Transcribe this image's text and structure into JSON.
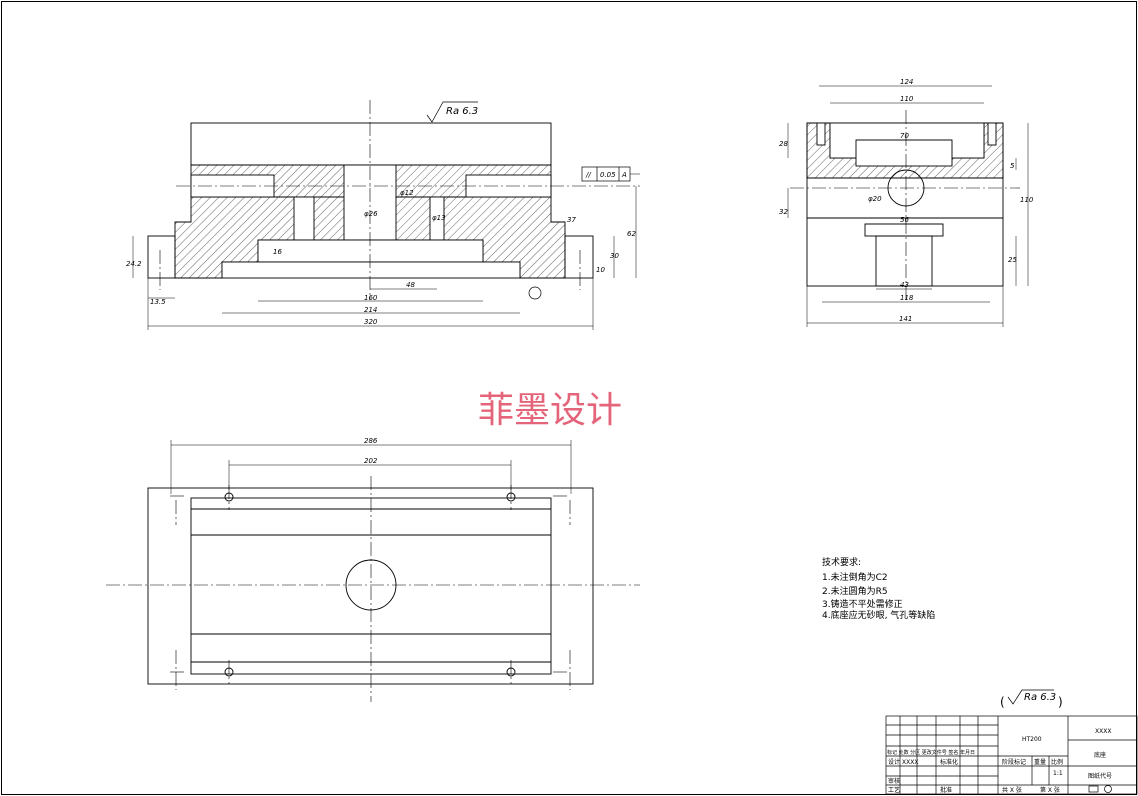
{
  "front_view": {
    "roughness": "Ra 6.3",
    "tolerance": {
      "symbol": "//",
      "value": "0.05",
      "datum": "A"
    },
    "dims": {
      "phi12": "φ12",
      "phi26": "φ26",
      "phi13": "φ13",
      "d16": "16",
      "d37": "37",
      "d62": "62",
      "d30": "30",
      "d10": "10",
      "d24_2": "24.2",
      "d13_5": "13.5",
      "d48": "48",
      "d160": "160",
      "d214": "214",
      "d320": "320"
    }
  },
  "side_view": {
    "dims": {
      "d124": "124",
      "d110": "110",
      "d70": "70",
      "d28": "28",
      "d5": "5",
      "d110v": "110",
      "phi20": "φ20",
      "d32": "32",
      "d56": "56",
      "d25": "25",
      "d43": "43",
      "d118": "118",
      "d141": "141"
    }
  },
  "top_view": {
    "dims": {
      "d286": "286",
      "d202": "202"
    }
  },
  "watermark": "菲墨设计",
  "tech_requirements": {
    "title": "技术要求:",
    "items": [
      "1.未注倒角为C2",
      "2.未注圆角为R5",
      "3.铸造不平处需修正",
      "4.底座应无砂眼, 气孔等缺陷"
    ]
  },
  "general_roughness": {
    "open": "(",
    "value": "Ra 6.3",
    "close": ")"
  },
  "title_block": {
    "material": "HT200",
    "company": "XXXX",
    "part_name": "底座",
    "drawing_no": "图纸代号",
    "designer_label": "设计",
    "designer": "XXXX",
    "std_label": "标准化",
    "review_label": "审核",
    "process_label": "工艺",
    "approve_label": "批准",
    "stage_mark": "阶段标记",
    "weight": "重量",
    "scale_label": "比例",
    "scale": "1:1",
    "sheets_total": "共 X 张",
    "sheet_no": "第 X 张",
    "mark_row": "标记 处数 分区 更改文件号 签名 年月日"
  }
}
